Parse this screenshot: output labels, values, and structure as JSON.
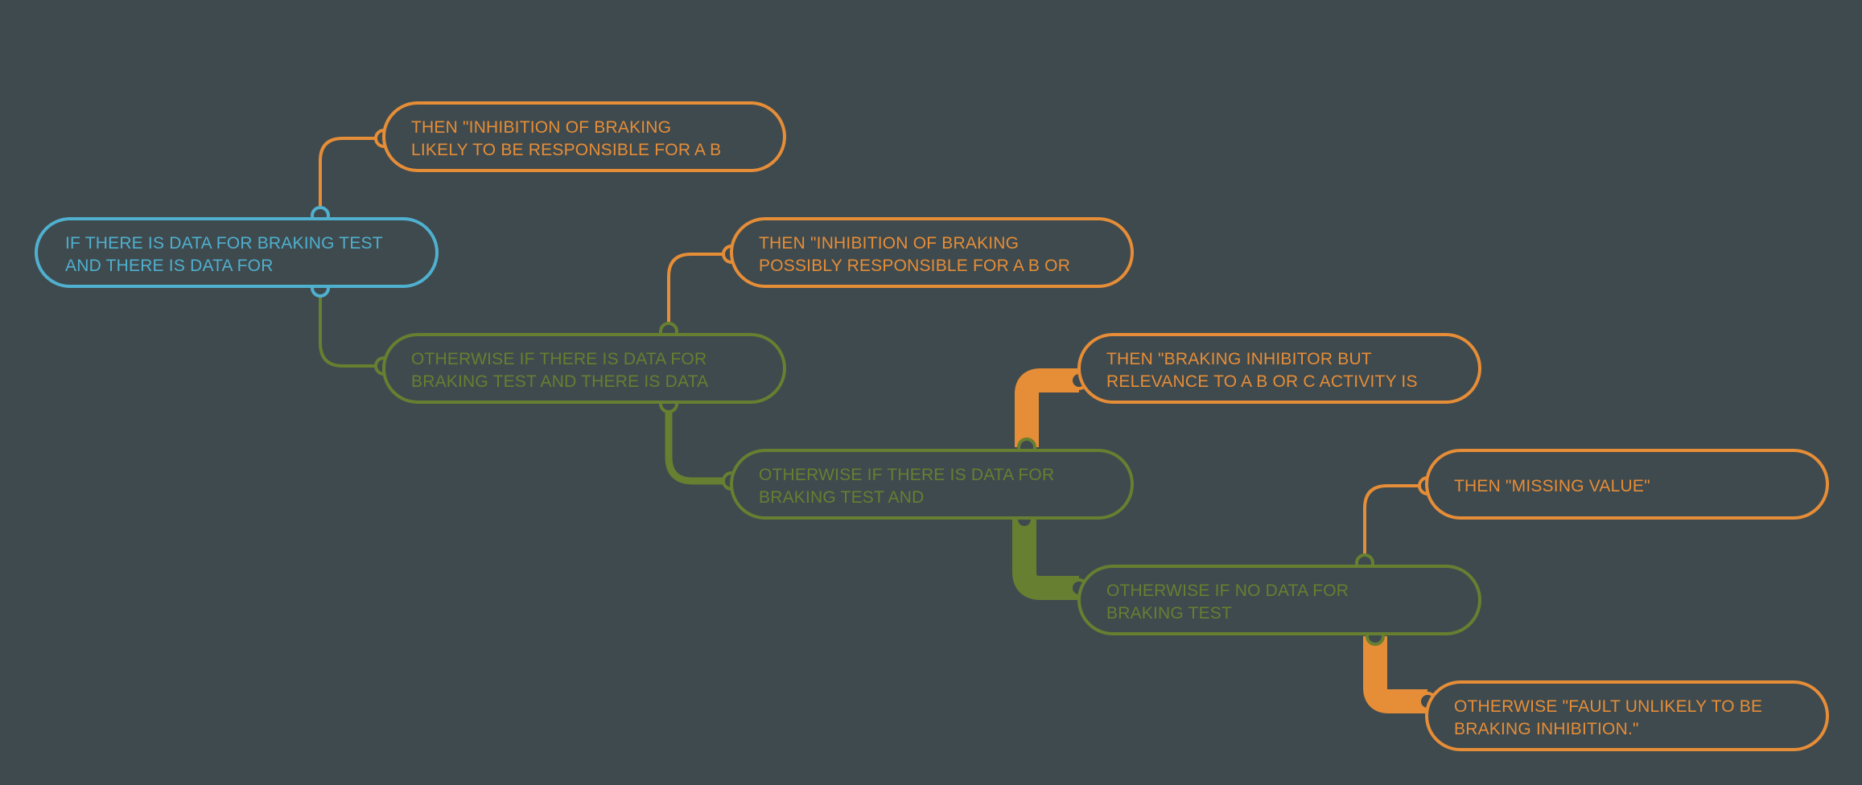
{
  "colors": {
    "background": "#3f4a4e",
    "condition_root": "#4fb0cf",
    "condition_branch": "#667f30",
    "result": "#e68d37"
  },
  "nodes": {
    "root": {
      "line1": "IF THERE IS DATA FOR BRAKING TEST",
      "line2": "AND THERE IS DATA FOR"
    },
    "then1": {
      "line1": "THEN \"INHIBITION OF BRAKING",
      "line2": "LIKELY TO BE RESPONSIBLE FOR A B"
    },
    "else1": {
      "line1": "OTHERWISE IF THERE IS DATA FOR",
      "line2": "BRAKING TEST AND THERE IS DATA"
    },
    "then2": {
      "line1": "THEN \"INHIBITION OF BRAKING",
      "line2": "POSSIBLY RESPONSIBLE FOR A B OR"
    },
    "else2": {
      "line1": "OTHERWISE IF THERE IS DATA FOR",
      "line2": "BRAKING TEST AND"
    },
    "then3": {
      "line1": "THEN \"BRAKING INHIBITOR BUT",
      "line2": "RELEVANCE TO A B OR C ACTIVITY IS"
    },
    "else3": {
      "line1": "OTHERWISE IF NO DATA FOR",
      "line2": "BRAKING TEST"
    },
    "then4": {
      "line1": "THEN \"MISSING VALUE\"",
      "line2": ""
    },
    "else4": {
      "line1": "OTHERWISE \"FAULT UNLIKELY TO BE",
      "line2": "BRAKING INHIBITION.\""
    }
  }
}
